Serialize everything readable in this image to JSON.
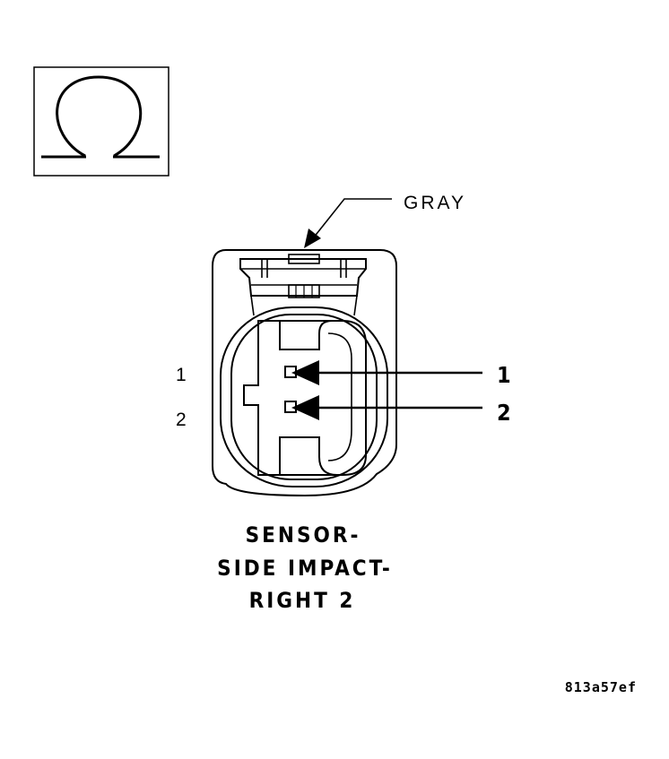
{
  "legend": {
    "symbol": "Ω",
    "icon": "ohm-symbol-icon"
  },
  "connector": {
    "color_label": "GRAY",
    "cavity_labels": [
      "1",
      "2"
    ],
    "callout_labels": [
      "1",
      "2"
    ],
    "title_lines": [
      "SENSOR-",
      "SIDE IMPACT-",
      "RIGHT 2"
    ]
  },
  "figure_id": "813a57ef",
  "colors": {
    "line": "#000000",
    "background": "#ffffff"
  }
}
